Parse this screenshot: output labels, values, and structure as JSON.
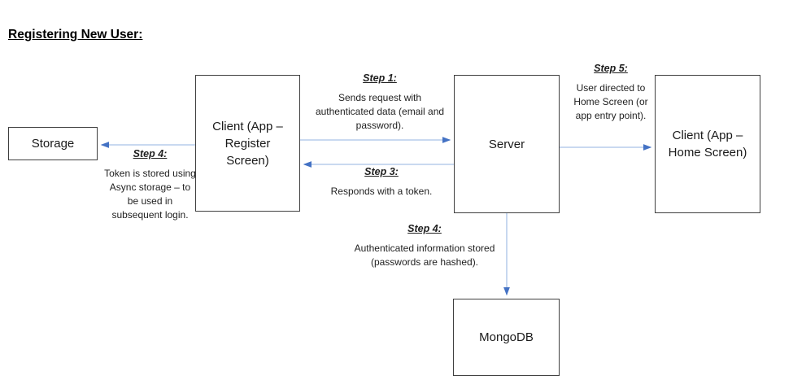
{
  "title": "Registering New User:",
  "nodes": {
    "storage": {
      "label": "Storage"
    },
    "client_register": {
      "label": "Client (App – Register Screen)"
    },
    "server": {
      "label": "Server"
    },
    "client_home": {
      "label": "Client (App – Home Screen)"
    },
    "mongodb": {
      "label": "MongoDB"
    }
  },
  "steps": {
    "step1": {
      "label": "Step 1:",
      "text": "Sends request with authenticated data (email and password)."
    },
    "step3": {
      "label": "Step 3:",
      "text": "Responds with a token."
    },
    "step4_storage": {
      "label": "Step 4:",
      "text": "Token is stored using Async storage – to be used in subsequent login."
    },
    "step4_db": {
      "label": "Step 4:",
      "text": "Authenticated information stored (passwords are hashed)."
    },
    "step5": {
      "label": "Step 5:",
      "text": "User directed to Home Screen (or app entry point)."
    }
  },
  "colors": {
    "arrow_line": "#a9c2e6",
    "arrow_head": "#4472c4",
    "box_border": "#3f3f3f"
  }
}
